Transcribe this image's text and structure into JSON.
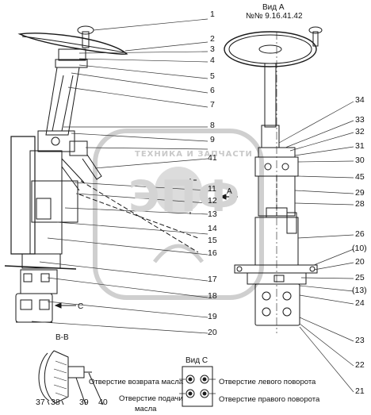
{
  "view_a": {
    "title": "Вид А",
    "subtitle": "№№ 9.16.41.42"
  },
  "view_c": {
    "title": "Вид С"
  },
  "section_bb": {
    "title": "В-В"
  },
  "side_letters": {
    "a": "А",
    "c": "С"
  },
  "captions": {
    "return_oil": "Отверстие возврата масла",
    "supply_oil_line1": "Отверстие подачи",
    "supply_oil_line2": "масла",
    "left_turn": "Отверстие левого поворота",
    "right_turn": "Отверстие правого поворота"
  },
  "watermark": {
    "top": "ТЕХНИКА И ЗАПЧАСТИ",
    "main": "ЭПФ"
  },
  "left_callouts": [
    "1",
    "2",
    "3",
    "4",
    "5",
    "6",
    "7",
    "8",
    "9",
    "41",
    "11",
    "12",
    "13",
    "14",
    "15",
    "16",
    "17",
    "18",
    "19",
    "20"
  ],
  "right_callouts": [
    "34",
    "33",
    "32",
    "31",
    "30",
    "45",
    "29",
    "28",
    "26",
    "(10)",
    "20",
    "25",
    "(13)",
    "24",
    "23",
    "22",
    "21"
  ],
  "bottom_callouts": [
    "37",
    "38",
    "39",
    "40"
  ],
  "colors": {
    "line": "#1a1a1a",
    "watermark": "#c8c8c8",
    "callout_line": "#333333"
  }
}
